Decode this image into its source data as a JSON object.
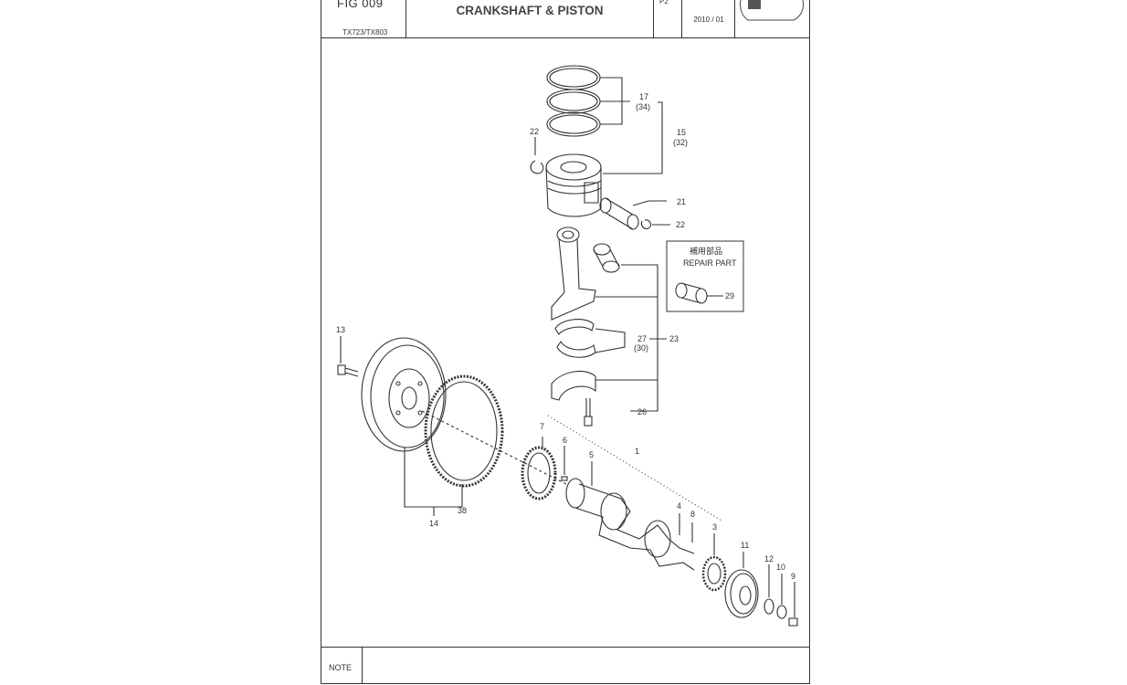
{
  "header": {
    "figure_no": "FIG 009",
    "model": "TX723/TX803",
    "title": "CRANKSHAFT & PISTON",
    "page": "P2",
    "date": "2010 / 01"
  },
  "repair_box": {
    "line1": "補用部品",
    "line2": "REPAIR PART"
  },
  "callouts": {
    "c17": "17",
    "c34": "(34)",
    "c15": "15",
    "c32": "(32)",
    "c22a": "22",
    "c21": "21",
    "c22b": "22",
    "c29": "29",
    "c13": "13",
    "c27": "27",
    "c30": "(30)",
    "c23": "23",
    "c26": "26",
    "c7": "7",
    "c6": "6",
    "c5": "5",
    "c1": "1",
    "c4": "4",
    "c8": "8",
    "c3": "3",
    "c11": "11",
    "c12": "12",
    "c10": "10",
    "c9": "9",
    "c38": "38",
    "c14": "14"
  },
  "note": {
    "label": "NOTE"
  }
}
